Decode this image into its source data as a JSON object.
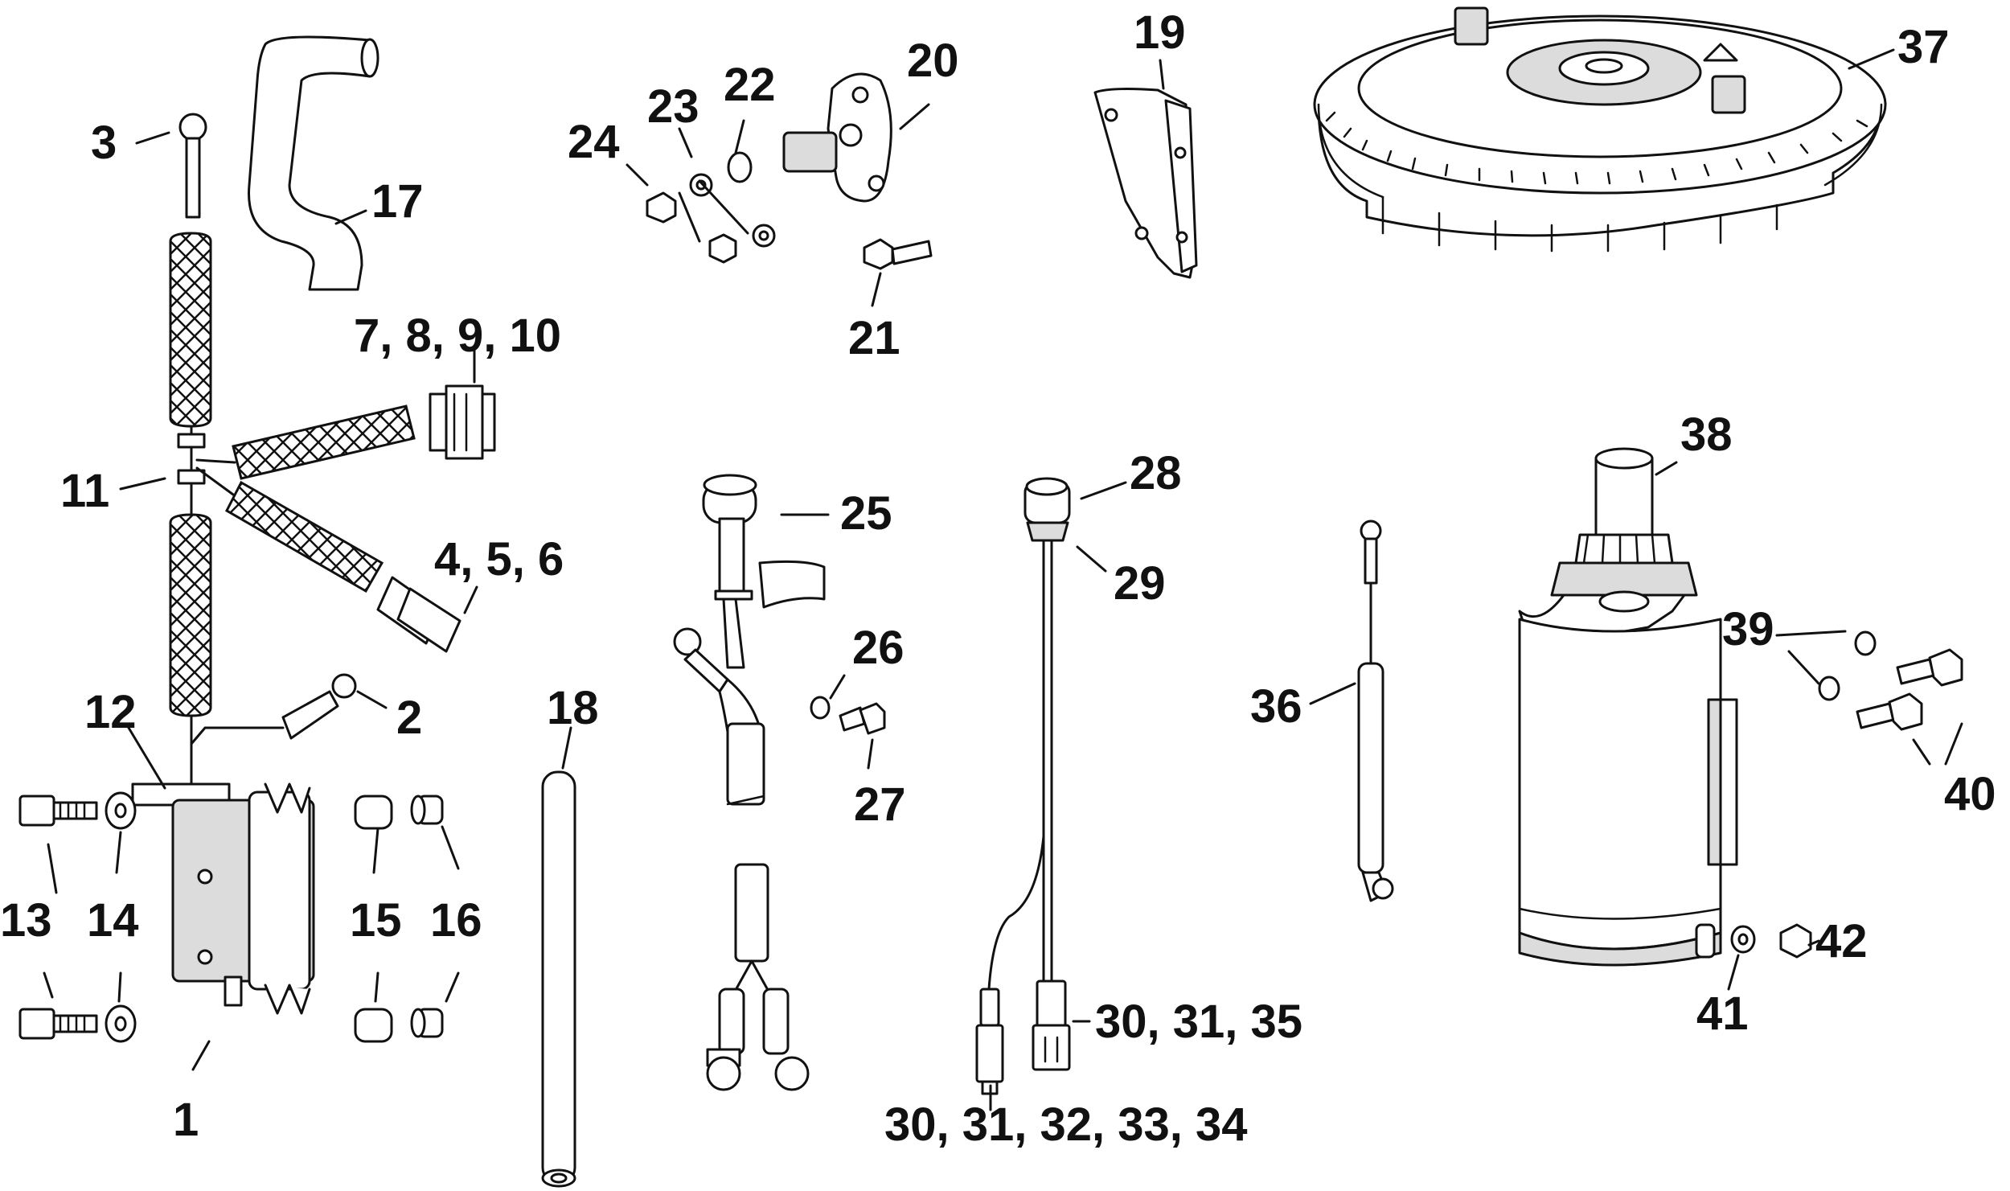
{
  "callouts": [
    {
      "label": "3"
    },
    {
      "label": "17"
    },
    {
      "label": "7, 8, 9, 10"
    },
    {
      "label": "11"
    },
    {
      "label": "4, 5, 6"
    },
    {
      "label": "12"
    },
    {
      "label": "2"
    },
    {
      "label": "13"
    },
    {
      "label": "14"
    },
    {
      "label": "15"
    },
    {
      "label": "16"
    },
    {
      "label": "1"
    },
    {
      "label": "18"
    },
    {
      "label": "24"
    },
    {
      "label": "23"
    },
    {
      "label": "22"
    },
    {
      "label": "20"
    },
    {
      "label": "21"
    },
    {
      "label": "19"
    },
    {
      "label": "25"
    },
    {
      "label": "26"
    },
    {
      "label": "27"
    },
    {
      "label": "28"
    },
    {
      "label": "29"
    },
    {
      "label": "30, 31, 35"
    },
    {
      "label": "30, 31, 32, 33, 34"
    },
    {
      "label": "36"
    },
    {
      "label": "37"
    },
    {
      "label": "38"
    },
    {
      "label": "39"
    },
    {
      "label": "40"
    },
    {
      "label": "41"
    },
    {
      "label": "42"
    }
  ]
}
